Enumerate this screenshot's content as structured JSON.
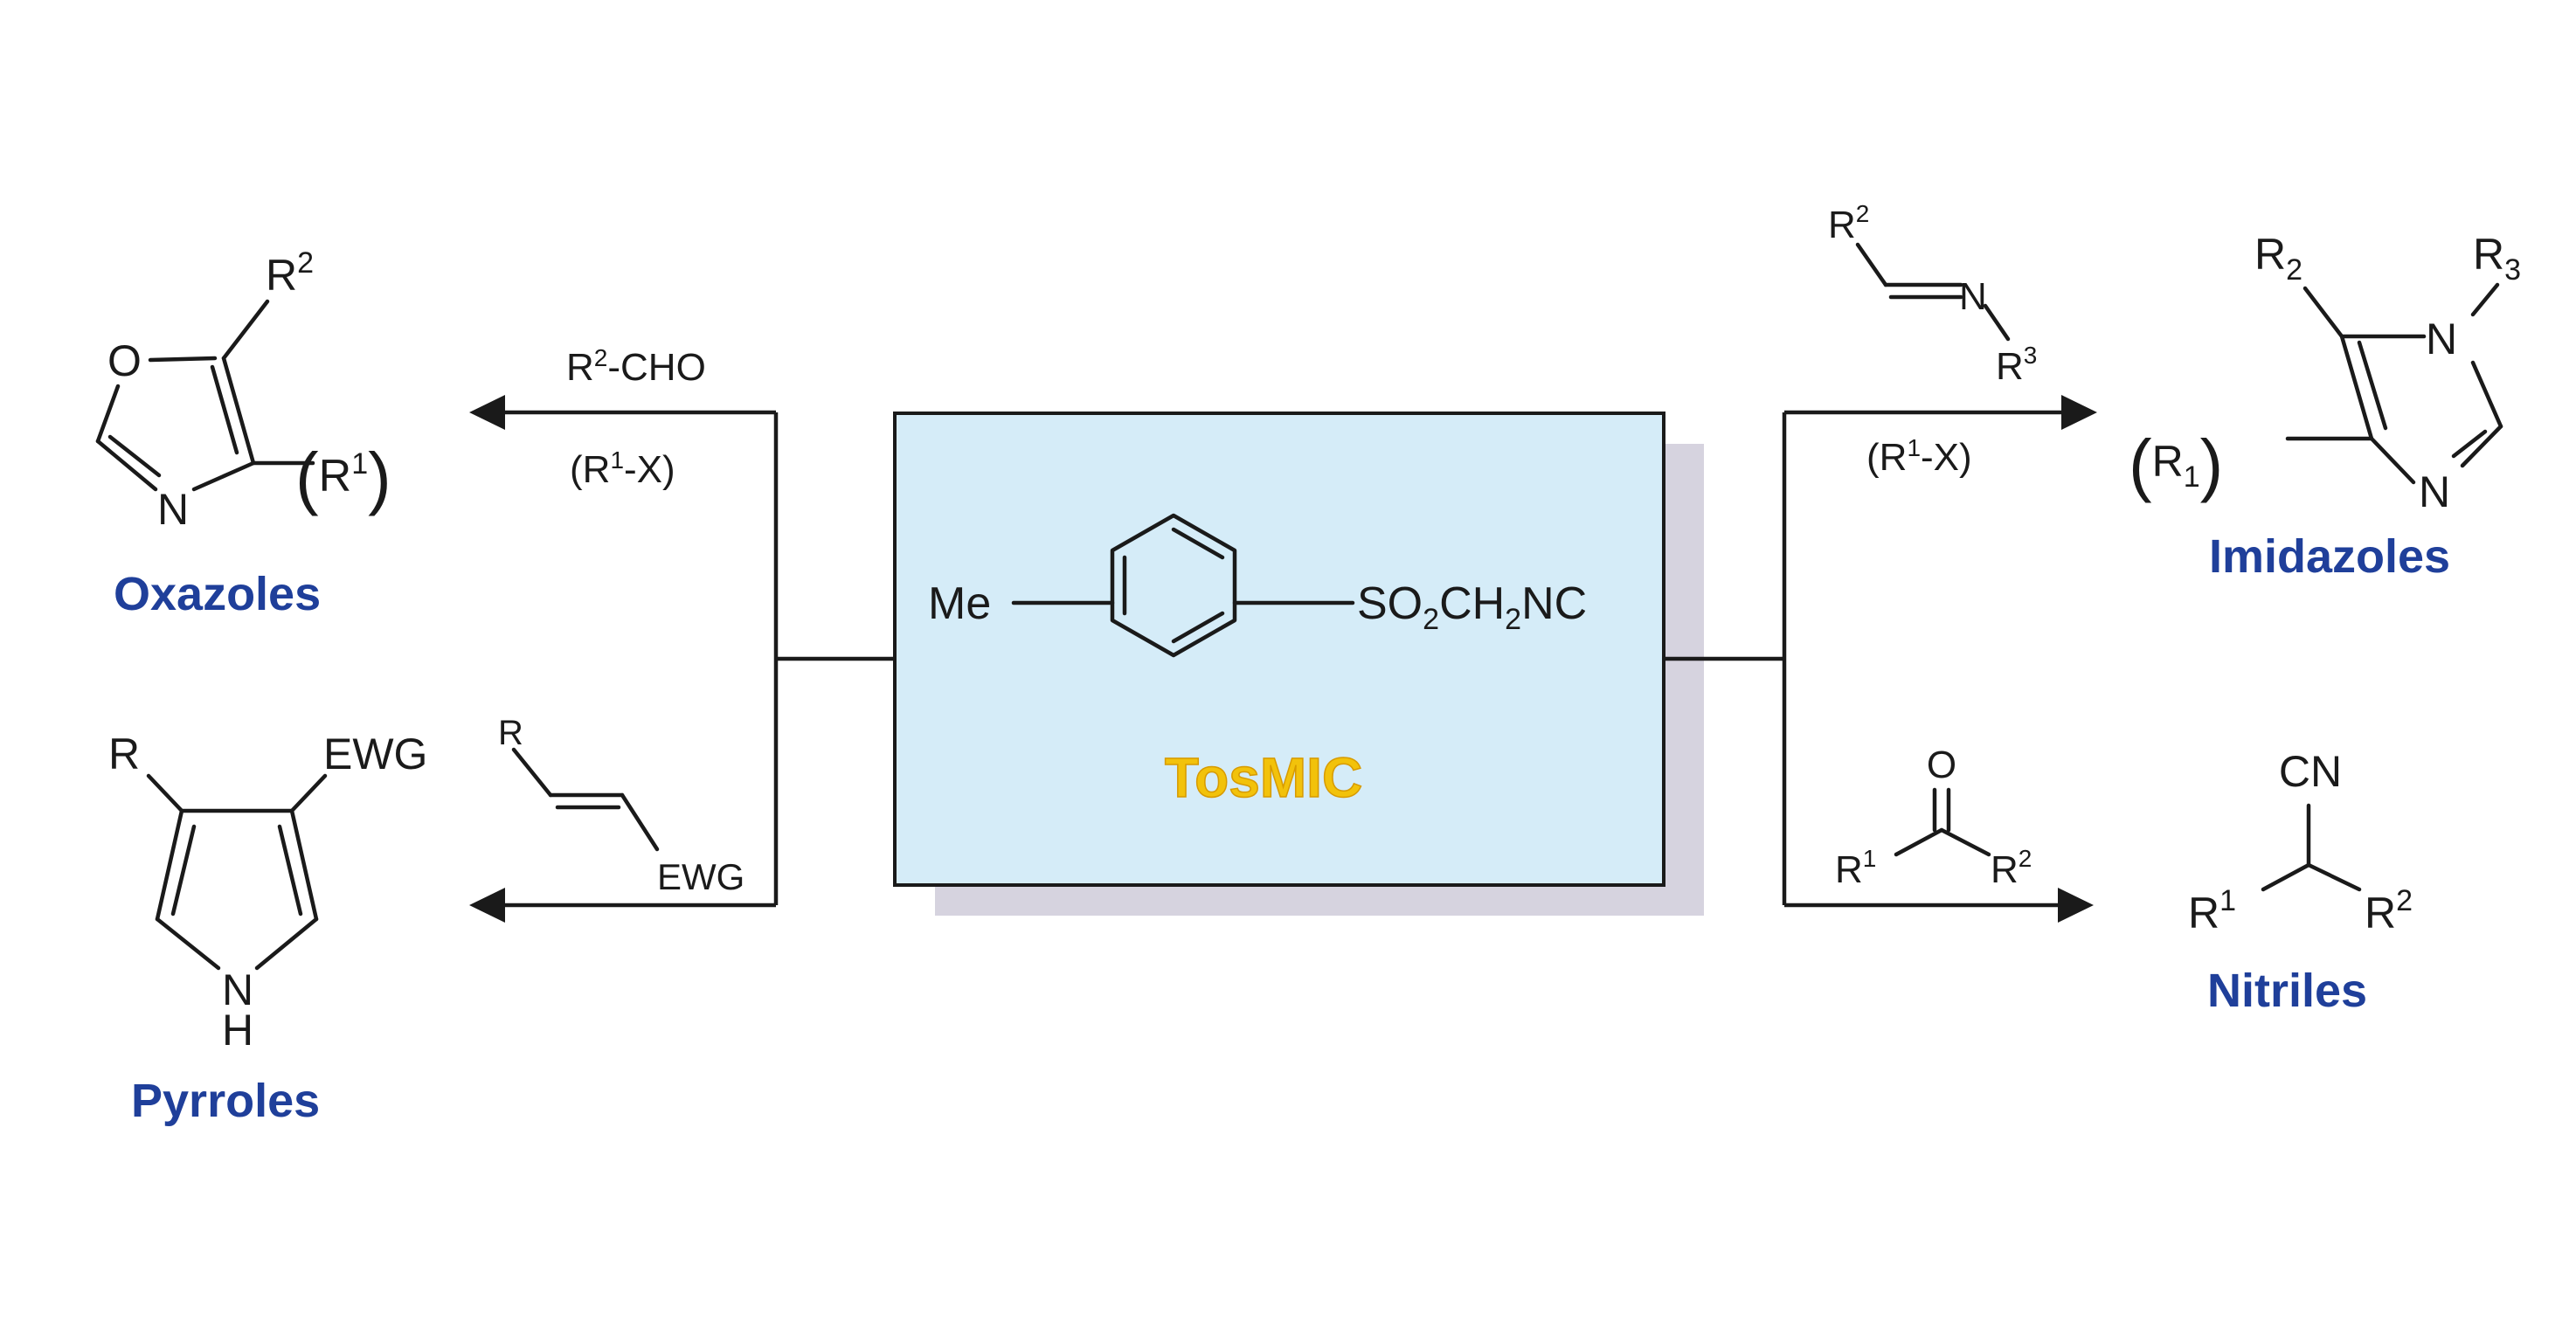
{
  "center": {
    "title": "TosMIC",
    "me": "Me",
    "sulfonyl": "SO",
    "sub2a": "2",
    "ch": "CH",
    "sub2b": "2",
    "nc": "NC",
    "box_color": "#d5ecf8",
    "shadow_color": "#d6d3df"
  },
  "oxazoles": {
    "label": "Oxazoles",
    "atom_o": "O",
    "atom_n": "N",
    "r2": "R",
    "r2_sup": "2",
    "r1_open": "(",
    "r1": "R",
    "r1_sup": "1",
    "r1_close": ")",
    "reagent_r2": "R",
    "reagent_r2_sup": "2",
    "reagent_main": "-CHO",
    "reagent2_open": "(R",
    "reagent2_sup": "1",
    "reagent2_close": "-X)"
  },
  "pyrroles": {
    "label": "Pyrroles",
    "r": "R",
    "ewg": "EWG",
    "atom_n": "N",
    "atom_h": "H",
    "reagent_r": "R",
    "reagent_ewg": "EWG"
  },
  "imidazoles": {
    "label": "Imidazoles",
    "r2": "R",
    "r2_sub": "2",
    "r3": "R",
    "r3_sub": "3",
    "r1_open": "(",
    "r1": "R",
    "r1_sub": "1",
    "r1_close": ")",
    "atom_n1": "N",
    "atom_n3": "N",
    "reagent_r2": "R",
    "reagent_r2_sup": "2",
    "reagent_n": "N",
    "reagent_r3": "R",
    "reagent_r3_sup": "3",
    "reagent2_open": "(R",
    "reagent2_sup": "1",
    "reagent2_close": "-X)"
  },
  "nitriles": {
    "label": "Nitriles",
    "cn": "CN",
    "r1": "R",
    "r1_sup": "1",
    "r2": "R",
    "r2_sup": "2",
    "reagent_o": "O",
    "reagent_r1": "R",
    "reagent_r1_sup": "1",
    "reagent_r2": "R",
    "reagent_r2_sup": "2"
  },
  "colors": {
    "label_blue": "#1f3f9a",
    "tosmic_yellow": "#f2c20b",
    "line": "#1a1a1a"
  }
}
